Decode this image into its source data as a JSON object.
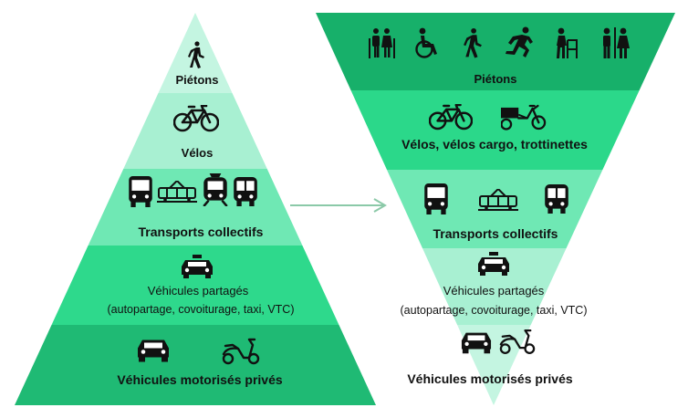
{
  "colors": {
    "level1": "#c4f5e1",
    "level2": "#a8f0d2",
    "level3": "#6fe8b4",
    "level4": "#2ed98c",
    "level5": "#1fba74",
    "right_top": "#17b06a",
    "right_2": "#2bd88a",
    "right_3": "#6fe8b4",
    "right_4": "#a8f0d2",
    "right_5": "#c4f5e1",
    "arrow": "#8bc9a8"
  },
  "left_pyramid": {
    "pietons": "Piétons",
    "velos": "Vélos",
    "transports": "Transports collectifs",
    "partages_1": "Véhicules  partagés",
    "partages_2": "(autopartage, covoiturage, taxi, VTC)",
    "prives": "Véhicules motorisés privés"
  },
  "right_pyramid": {
    "pietons": "Piétons",
    "velos": "Vélos, vélos cargo, trottinettes",
    "transports": "Transports collectifs",
    "partages_1": "Véhicules  partagés",
    "partages_2": "(autopartage, covoiturage, taxi, VTC)",
    "prives": "Véhicules motorisés privés"
  },
  "icons": {
    "left": [
      "pedestrian-icon",
      "bicycle-icon",
      "bus-icon",
      "tram-icon",
      "train-icon",
      "metro-icon",
      "taxi-icon",
      "car-icon",
      "scooter-icon"
    ],
    "right": [
      "elderly-couple-icon",
      "wheelchair-icon",
      "pedestrian-icon",
      "runner-icon",
      "walker-icon",
      "family-icon",
      "bicycle-icon",
      "cargo-bike-icon",
      "bus-icon",
      "tram-icon",
      "metro-icon",
      "taxi-icon",
      "car-icon",
      "scooter-icon"
    ]
  }
}
